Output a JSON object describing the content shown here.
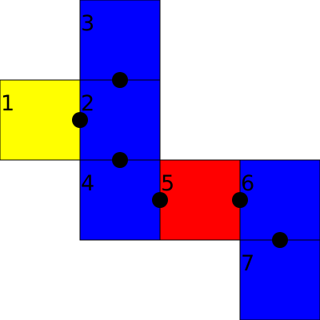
{
  "colors": {
    "background": "#ffffff",
    "outline": "#000000",
    "dot": "#000000"
  },
  "squares": [
    {
      "label": "1",
      "color": "#ffff00"
    },
    {
      "label": "2",
      "color": "#0000ff"
    },
    {
      "label": "3",
      "color": "#0000ff"
    },
    {
      "label": "4",
      "color": "#0000ff"
    },
    {
      "label": "5",
      "color": "#ff0000"
    },
    {
      "label": "6",
      "color": "#0000ff"
    },
    {
      "label": "7",
      "color": "#0000ff"
    }
  ]
}
